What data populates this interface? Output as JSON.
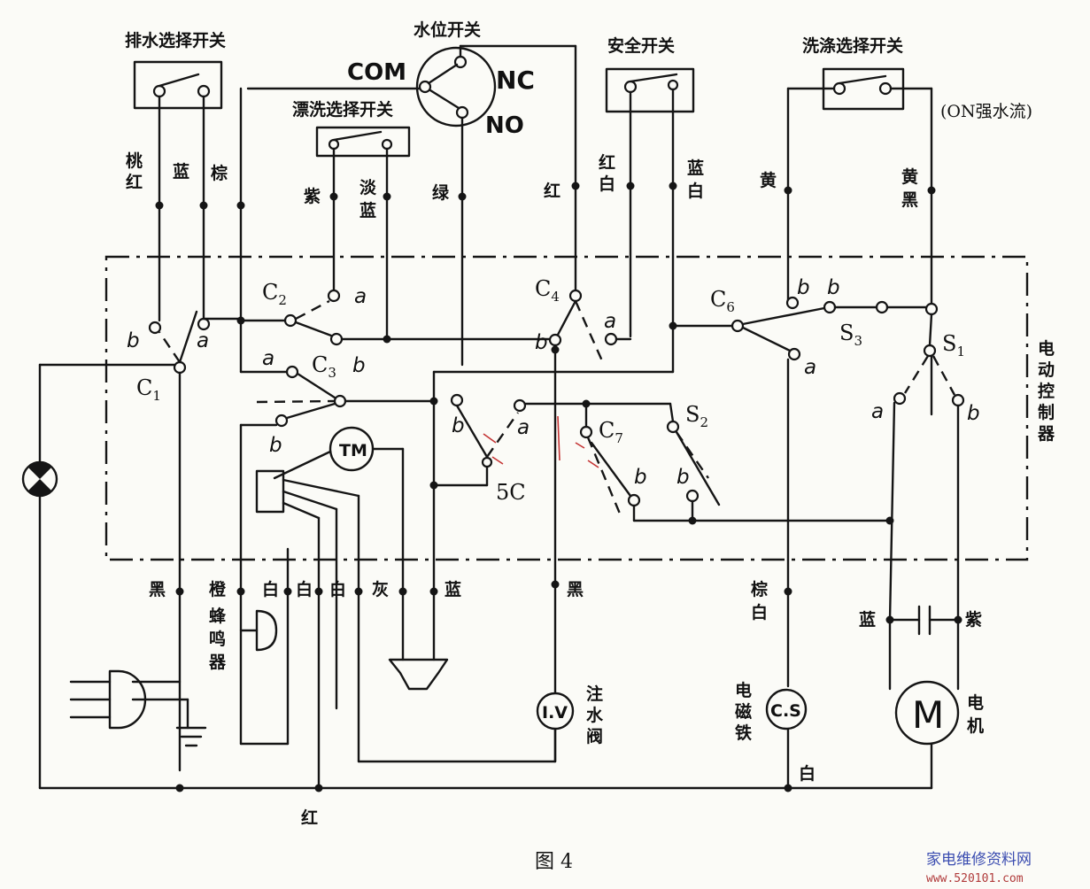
{
  "labels": {
    "drain_switch": "排水选择开关",
    "water_level_switch": "水位开关",
    "safety_switch": "安全开关",
    "wash_switch": "洗涤选择开关",
    "rinse_switch": "漂洗选择开关",
    "on_strong": "(ON强水流)",
    "controller": [
      "电",
      "动",
      "控",
      "制",
      "器"
    ],
    "buzzer": [
      "蜂",
      "鸣",
      "器"
    ],
    "inlet_valve": [
      "注",
      "水",
      "阀"
    ],
    "magnet": [
      "电",
      "磁",
      "铁"
    ],
    "motor_label": [
      "电",
      "机"
    ],
    "figure": "图 4"
  },
  "level_switch_terms": {
    "com": "COM",
    "nc": "NC",
    "no": "NO"
  },
  "wires_top": {
    "peach_red": [
      "桃",
      "红"
    ],
    "blue": "蓝",
    "brown": "棕",
    "purple": "紫",
    "light_blue": [
      "淡",
      "蓝"
    ],
    "green": "绿",
    "red": "红",
    "red_white": [
      "红",
      "白"
    ],
    "blue_white": [
      "蓝",
      "白"
    ],
    "yellow": "黄",
    "yellow_black": [
      "黄",
      "黑"
    ]
  },
  "wires_bottom": {
    "black1": "黑",
    "orange": "橙",
    "white1": "白",
    "white2": "白",
    "white3": "白",
    "grey": "灰",
    "blue": "蓝",
    "black2": "黑",
    "brown_white": [
      "棕",
      "白"
    ],
    "blue_cap": "蓝",
    "purple_cap": "紫",
    "red_bottom": "红",
    "white_bottom": "白"
  },
  "components": {
    "c1": "C",
    "c1_sub": "1",
    "c2": "C",
    "c2_sub": "2",
    "c3": "C",
    "c3_sub": "3",
    "c4": "C",
    "c4_sub": "4",
    "c6": "C",
    "c6_sub": "6",
    "c7": "C",
    "c7_sub": "7",
    "s1": "S",
    "s1_sub": "1",
    "s2": "S",
    "s2_sub": "2",
    "s3": "S",
    "s3_sub": "3",
    "five_c": "5C",
    "tm": "TM",
    "iv": "I.V",
    "cs": "C.S",
    "m": "M"
  },
  "contact_letters": {
    "a": "a",
    "b": "b"
  },
  "watermark": {
    "cn": "家电维修资料网",
    "url": "www.520101.com"
  },
  "icons": [
    "lamp-icon",
    "plug-icon",
    "ground-icon",
    "buzzer-icon",
    "timer-motor-icon",
    "valve-coil-icon",
    "solenoid-icon",
    "motor-icon",
    "capacitor-icon"
  ]
}
